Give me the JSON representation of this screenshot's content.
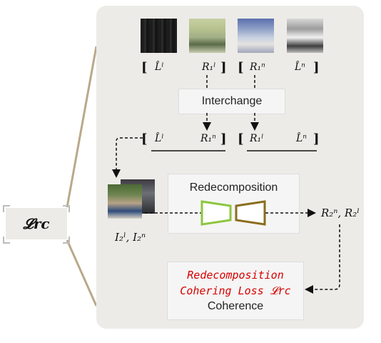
{
  "loss_label": "𝓛rc",
  "row1": {
    "lbrack": "[",
    "rbrack": "]",
    "item1": "L̂ˡ",
    "item2": "R₁ˡ",
    "item3": "R₁ⁿ",
    "item4": "L̂ⁿ"
  },
  "interchange_label": "Interchange",
  "row2": {
    "item1": "L̂ˡ",
    "item2": "R₁ⁿ",
    "item3": "R₁ˡ",
    "item4": "L̂ⁿ"
  },
  "redecomposition_label": "Redecomposition",
  "input_label": "I₂ˡ, I₂ⁿ",
  "output_label": "R₂ⁿ, R₂ˡ",
  "loss_box": {
    "line1": "Redecomposition",
    "line2": "Cohering Loss 𝓛rc",
    "line3": "Coherence"
  },
  "colors": {
    "panel_bg": "#ecebe7",
    "encoder_stroke": "#8cc63f",
    "decoder_stroke": "#8a6d1e",
    "red_text": "#d60000",
    "connector": "#b9a98a"
  }
}
